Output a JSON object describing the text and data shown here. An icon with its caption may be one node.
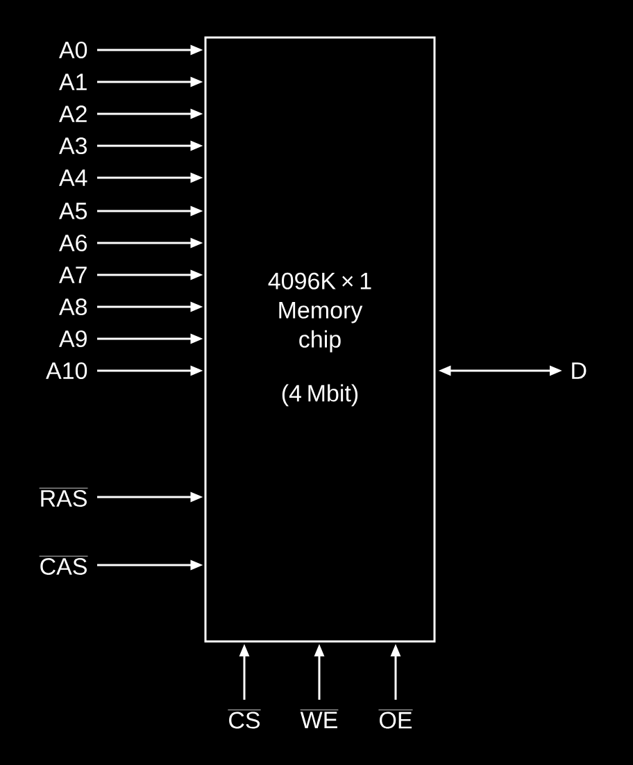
{
  "diagram": {
    "nodes": [
      {
        "text": [
          "4096K × 1 Memory chip",
          "(4 Mbit)"
        ]
      },
      {
        "text": [
          "A0"
        ]
      },
      {
        "text": [
          "A1"
        ]
      },
      {
        "text": [
          "A2"
        ]
      },
      {
        "text": [
          "A3"
        ]
      },
      {
        "text": [
          "A4"
        ]
      },
      {
        "text": [
          "A5"
        ]
      },
      {
        "text": [
          "A6"
        ]
      },
      {
        "text": [
          "A7"
        ]
      },
      {
        "text": [
          "A8"
        ]
      },
      {
        "text": [
          "A9"
        ]
      },
      {
        "text": [
          "A10"
        ]
      },
      {
        "text": [
          "RAS"
        ]
      },
      {
        "text": [
          "CAS"
        ]
      },
      {
        "text": [
          "CS"
        ]
      },
      {
        "text": [
          "WE"
        ]
      },
      {
        "text": [
          "OE"
        ]
      },
      {
        "text": [
          "D"
        ]
      }
    ],
    "edges": [
      {
        "from": 1,
        "to": 0,
        "arrow": "to"
      },
      {
        "from": 2,
        "to": 0,
        "arrow": "to"
      },
      {
        "from": 3,
        "to": 0,
        "arrow": "to"
      },
      {
        "from": 4,
        "to": 0,
        "arrow": "to"
      },
      {
        "from": 5,
        "to": 0,
        "arrow": "to"
      },
      {
        "from": 6,
        "to": 0,
        "arrow": "to"
      },
      {
        "from": 7,
        "to": 0,
        "arrow": "to"
      },
      {
        "from": 8,
        "to": 0,
        "arrow": "to"
      },
      {
        "from": 9,
        "to": 0,
        "arrow": "to"
      },
      {
        "from": 10,
        "to": 0,
        "arrow": "to"
      },
      {
        "from": 11,
        "to": 0,
        "arrow": "to"
      },
      {
        "from": 12,
        "to": 0,
        "arrow": "to"
      },
      {
        "from": 13,
        "to": 0,
        "arrow": "to"
      },
      {
        "from": 14,
        "to": 0,
        "arrow": "to"
      },
      {
        "from": 15,
        "to": 0,
        "arrow": "to"
      },
      {
        "from": 16,
        "to": 0,
        "arrow": "to"
      },
      {
        "from": 0,
        "to": 17,
        "arrow": "both"
      }
    ]
  }
}
